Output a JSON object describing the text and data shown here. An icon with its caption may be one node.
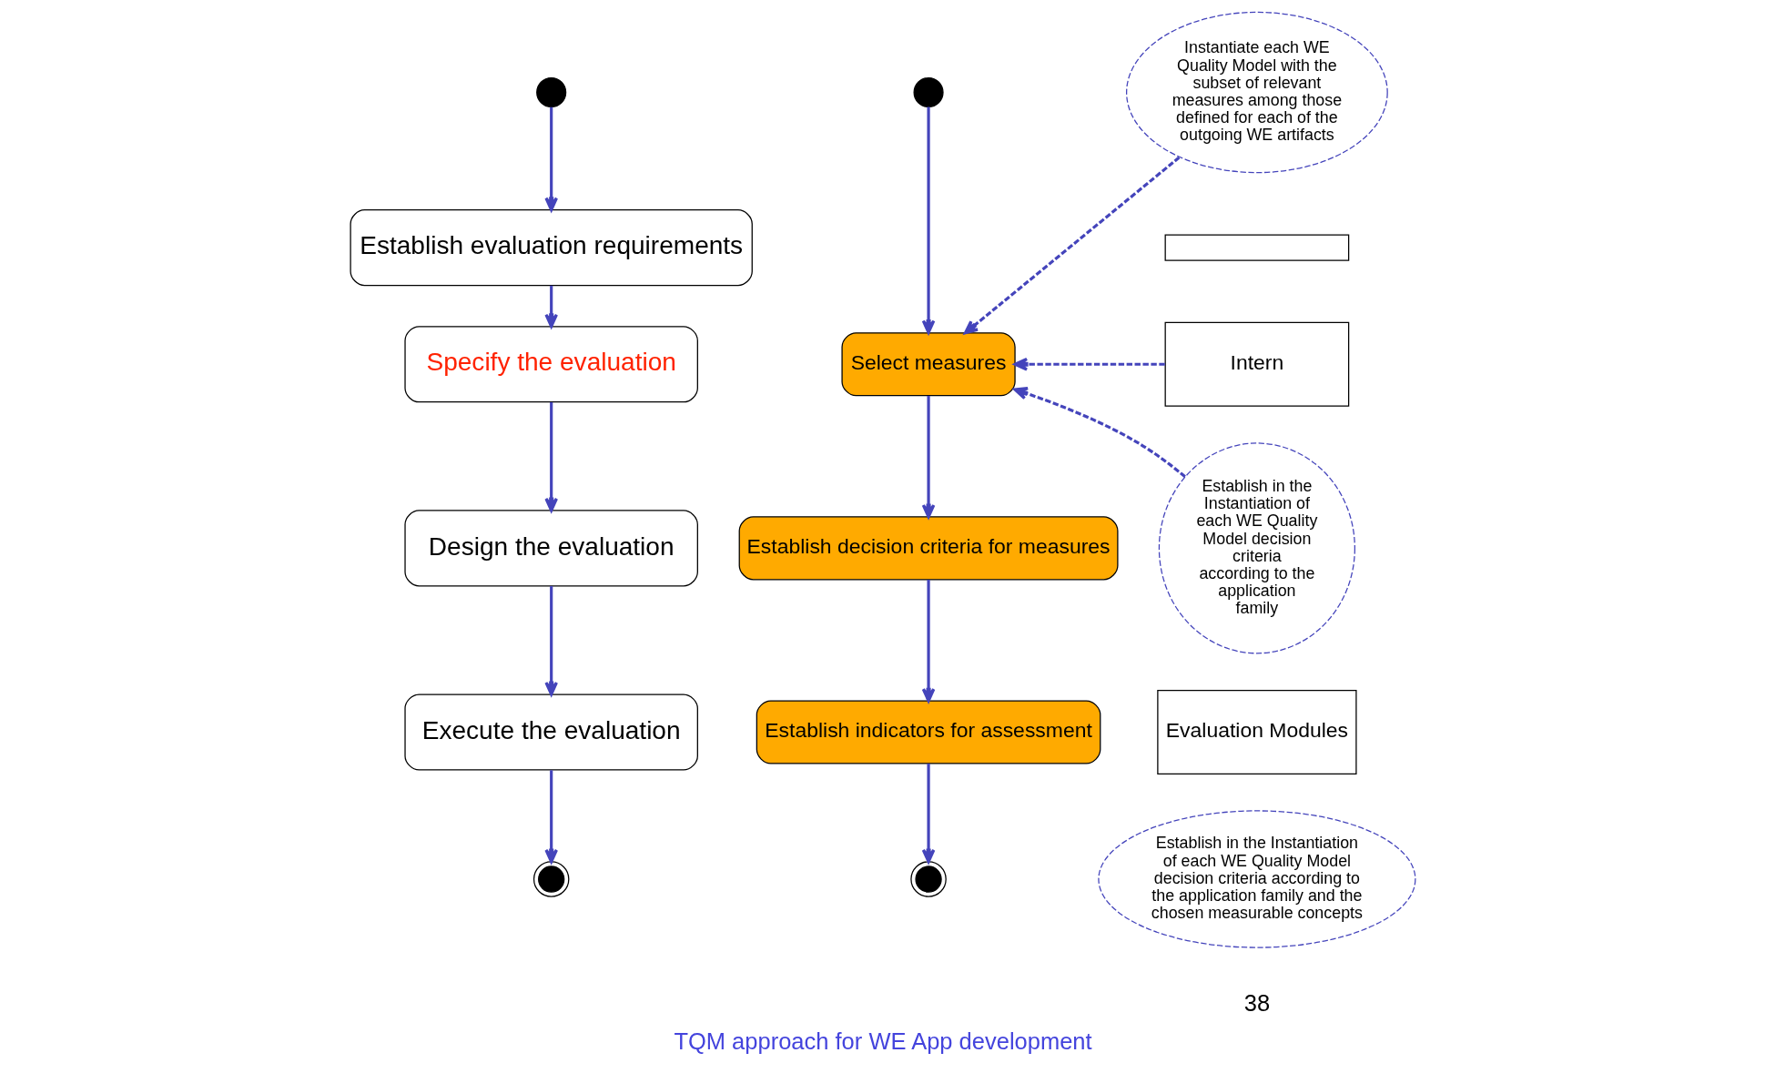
{
  "diagram": {
    "caption": "TQM approach for WE App development",
    "nodes": [
      {
        "text": [],
        "shape": "circle"
      },
      {
        "text": [
          "Establish evaluation requirements"
        ]
      },
      {
        "text": [
          "Specify the evaluation"
        ]
      },
      {
        "text": [
          "Design the evaluation"
        ]
      },
      {
        "text": [
          "Execute the evaluation"
        ]
      },
      {
        "text": [],
        "shape": "circle"
      },
      {
        "text": [],
        "shape": "circle"
      },
      {
        "text": [
          "Select measures"
        ]
      },
      {
        "text": [
          "Establish decision criteria for measures"
        ]
      },
      {
        "text": [
          "Establish indicators for assessment"
        ]
      },
      {
        "text": [],
        "shape": "circle"
      },
      {
        "text": [
          "Instantiate each WE Quality Model with the subset of relevant measures among those defined for each of the outgoing WE artifacts"
        ]
      },
      {
        "text": [],
        "shape": "box"
      },
      {
        "text": [
          "Intern"
        ]
      },
      {
        "text": [
          "Establish in the Instantiation of each WE Quality Model decision criteria according to the application family"
        ]
      },
      {
        "text": [
          "Evaluation Modules"
        ]
      },
      {
        "text": [
          "Establish in the Instantiation of each WE Quality Model decision criteria according to the application family and the chosen measurable concepts"
        ]
      }
    ],
    "edges": [
      {
        "from": 0,
        "to": 1,
        "arrow": "to"
      },
      {
        "from": 1,
        "to": 2,
        "arrow": "to"
      },
      {
        "from": 2,
        "to": 3,
        "arrow": "to"
      },
      {
        "from": 3,
        "to": 4,
        "arrow": "to"
      },
      {
        "from": 4,
        "to": 5,
        "arrow": "to"
      },
      {
        "from": 6,
        "to": 7,
        "arrow": "to"
      },
      {
        "from": 7,
        "to": 8,
        "arrow": "to"
      },
      {
        "from": 8,
        "to": 9,
        "arrow": "to"
      },
      {
        "from": 9,
        "to": 10,
        "arrow": "to"
      },
      {
        "from": 11,
        "to": 7,
        "arrow": "to",
        "style": "dashed"
      },
      {
        "from": 13,
        "to": 7,
        "arrow": "to",
        "style": "dashed"
      },
      {
        "from": 14,
        "to": 7,
        "arrow": "to",
        "style": "dashed"
      }
    ],
    "labels": [
      "38"
    ]
  }
}
